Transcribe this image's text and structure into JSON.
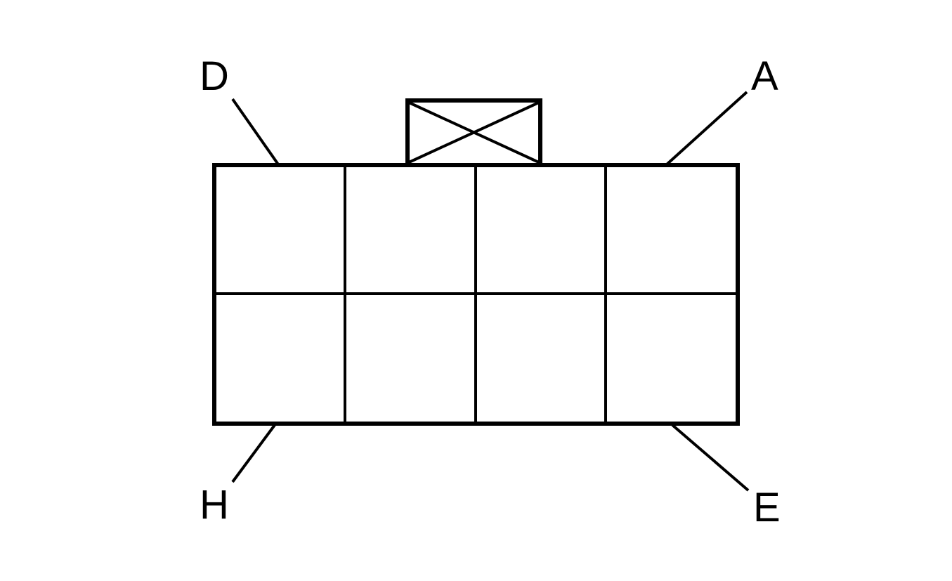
{
  "diagram": {
    "type": "connector-pinout",
    "line_color": "#000000",
    "background": "#ffffff",
    "pin_labels": {
      "top_left": "D",
      "top_right": "A",
      "bottom_left": "H",
      "bottom_right": "E"
    },
    "grid": {
      "rows": 2,
      "columns": 4,
      "cavities": 8
    },
    "locking_tab": {
      "position": "top-center",
      "marker": "X"
    }
  }
}
